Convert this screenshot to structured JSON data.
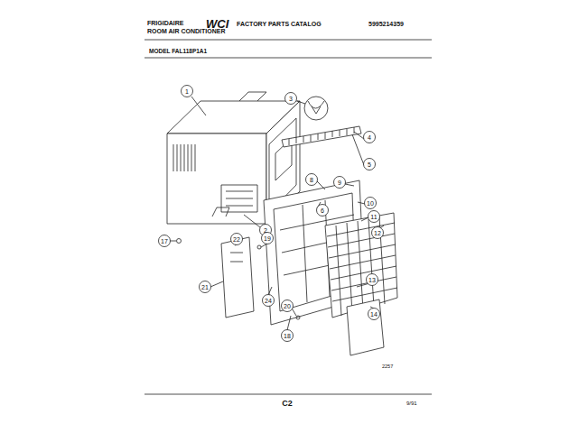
{
  "diagram": {
    "labels": [
      "FRIGIDAIRE",
      "ROOM AIR CONDITIONER",
      "WCI",
      "FACTORY PARTS CATALOG",
      "5995214359",
      "MODEL FAL118P1A1",
      "1",
      "2",
      "3",
      "4",
      "5",
      "6",
      "8",
      "9",
      "10",
      "11",
      "12",
      "13",
      "14",
      "18",
      "17",
      "19",
      "20",
      "21",
      "22",
      "24",
      "2257",
      "C2",
      "9/91"
    ]
  }
}
